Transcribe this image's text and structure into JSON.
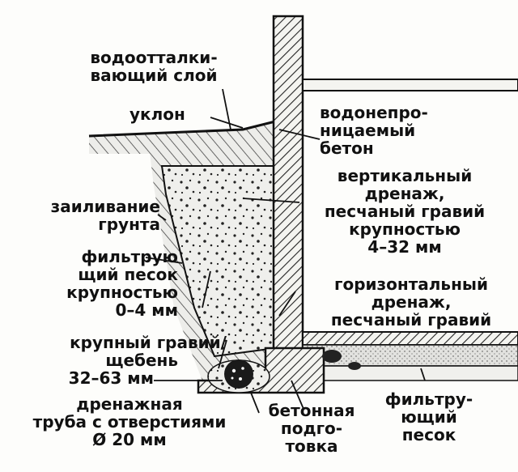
{
  "diagram": {
    "labels": {
      "waterproof_layer": [
        "водоотталки-",
        "вающий слой"
      ],
      "slope": "уклон",
      "waterproof_concrete": [
        "водонепро-",
        "ницаемый",
        "бетон"
      ],
      "vertical_drainage": [
        "вертикальный",
        "дренаж,",
        "песчаный гравий",
        "крупностью",
        "4–32 мм"
      ],
      "soil_silting": [
        "заиливание",
        "грунта"
      ],
      "filter_sand_left": [
        "фильтрую",
        "щий песок",
        "крупностью",
        "0–4 мм"
      ],
      "horizontal_drainage": [
        "горизонтальный",
        "дренаж,",
        "песчаный гравий"
      ],
      "coarse_gravel": [
        "крупный гравий/",
        "щебень",
        "32–63 мм"
      ],
      "drain_pipe": [
        "дренажная",
        "труба с отверстиями",
        "Ø 20 мм"
      ],
      "concrete_base": [
        "бетонная",
        "подго-",
        "товка"
      ],
      "filter_sand_right": [
        "фильтру-",
        "ющий",
        "песок"
      ]
    }
  }
}
